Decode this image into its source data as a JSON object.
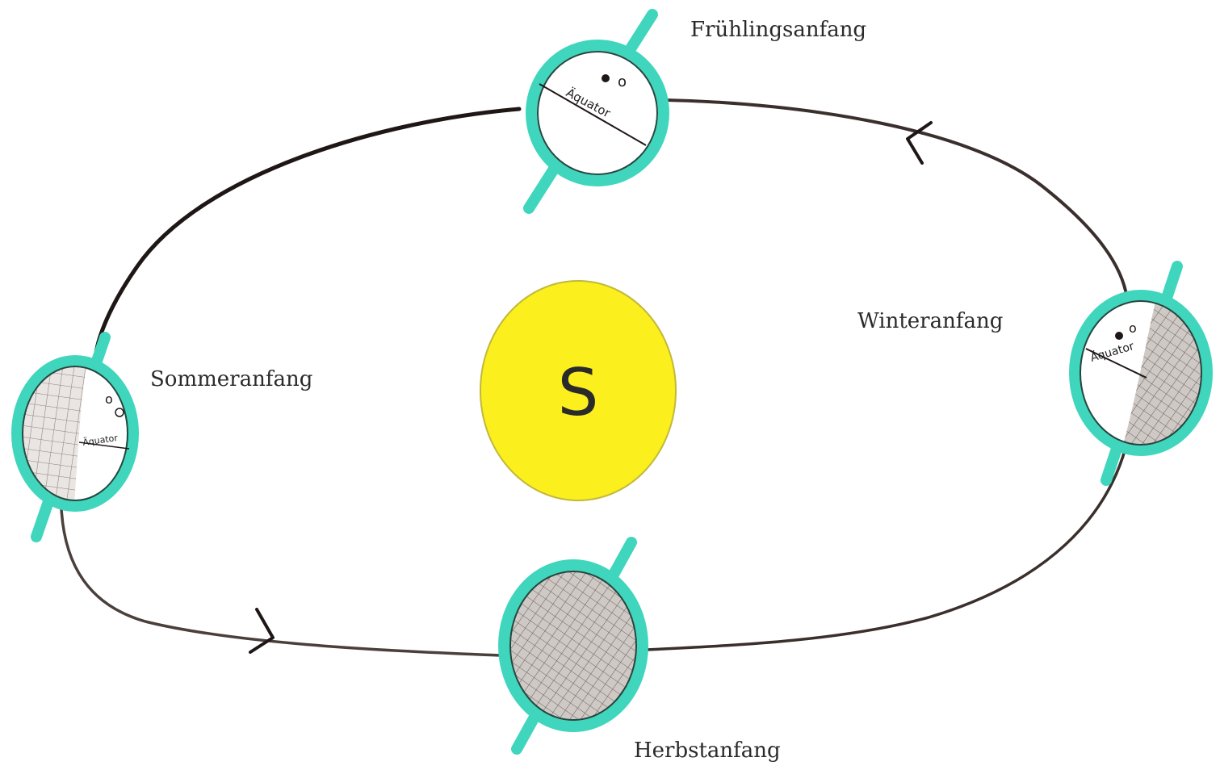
{
  "diagram": {
    "sun_label": "S",
    "equator_label": "Äquator",
    "positions": {
      "spring": {
        "label": "Frühlingsanfang"
      },
      "summer": {
        "label": "Sommeranfang"
      },
      "autumn": {
        "label": "Herbstanfang"
      },
      "winter": {
        "label": "Winteranfang"
      }
    },
    "colors": {
      "sun_fill": "#fbef1e",
      "earth_outline": "#3fd6bd",
      "earth_inner_line": "#24473f",
      "orbit": "#3a2f2c",
      "shadow_hatch": "#8e7f79",
      "paper": "#ffffff"
    }
  }
}
